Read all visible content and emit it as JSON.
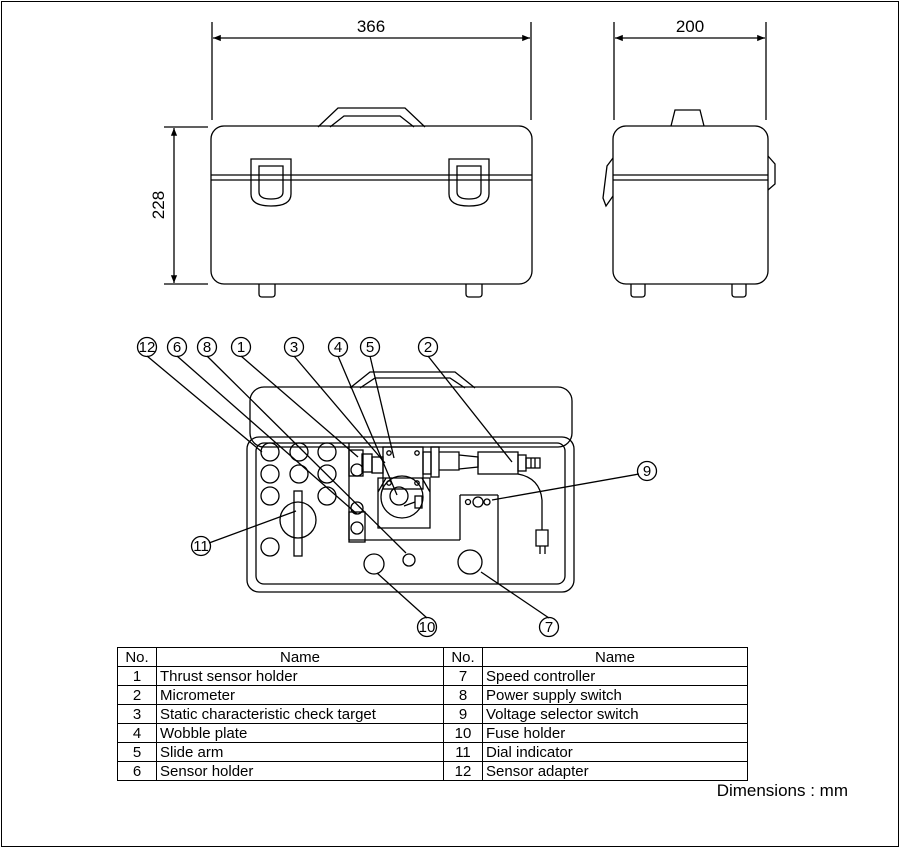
{
  "dimensions": {
    "width": "366",
    "depth": "200",
    "height": "228"
  },
  "table": {
    "headers": [
      "No.",
      "Name",
      "No.",
      "Name"
    ],
    "rows": [
      [
        "1",
        "Thrust sensor holder",
        "7",
        "Speed controller"
      ],
      [
        "2",
        "Micrometer",
        "8",
        "Power supply switch"
      ],
      [
        "3",
        "Static characteristic check target",
        "9",
        "Voltage selector switch"
      ],
      [
        "4",
        "Wobble plate",
        "10",
        "Fuse holder"
      ],
      [
        "5",
        "Slide arm",
        "11",
        "Dial indicator"
      ],
      [
        "6",
        "Sensor holder",
        "12",
        "Sensor adapter"
      ]
    ]
  },
  "callouts": [
    "1",
    "2",
    "3",
    "4",
    "5",
    "6",
    "7",
    "8",
    "9",
    "10",
    "11",
    "12"
  ],
  "note": "Dimensions : mm"
}
